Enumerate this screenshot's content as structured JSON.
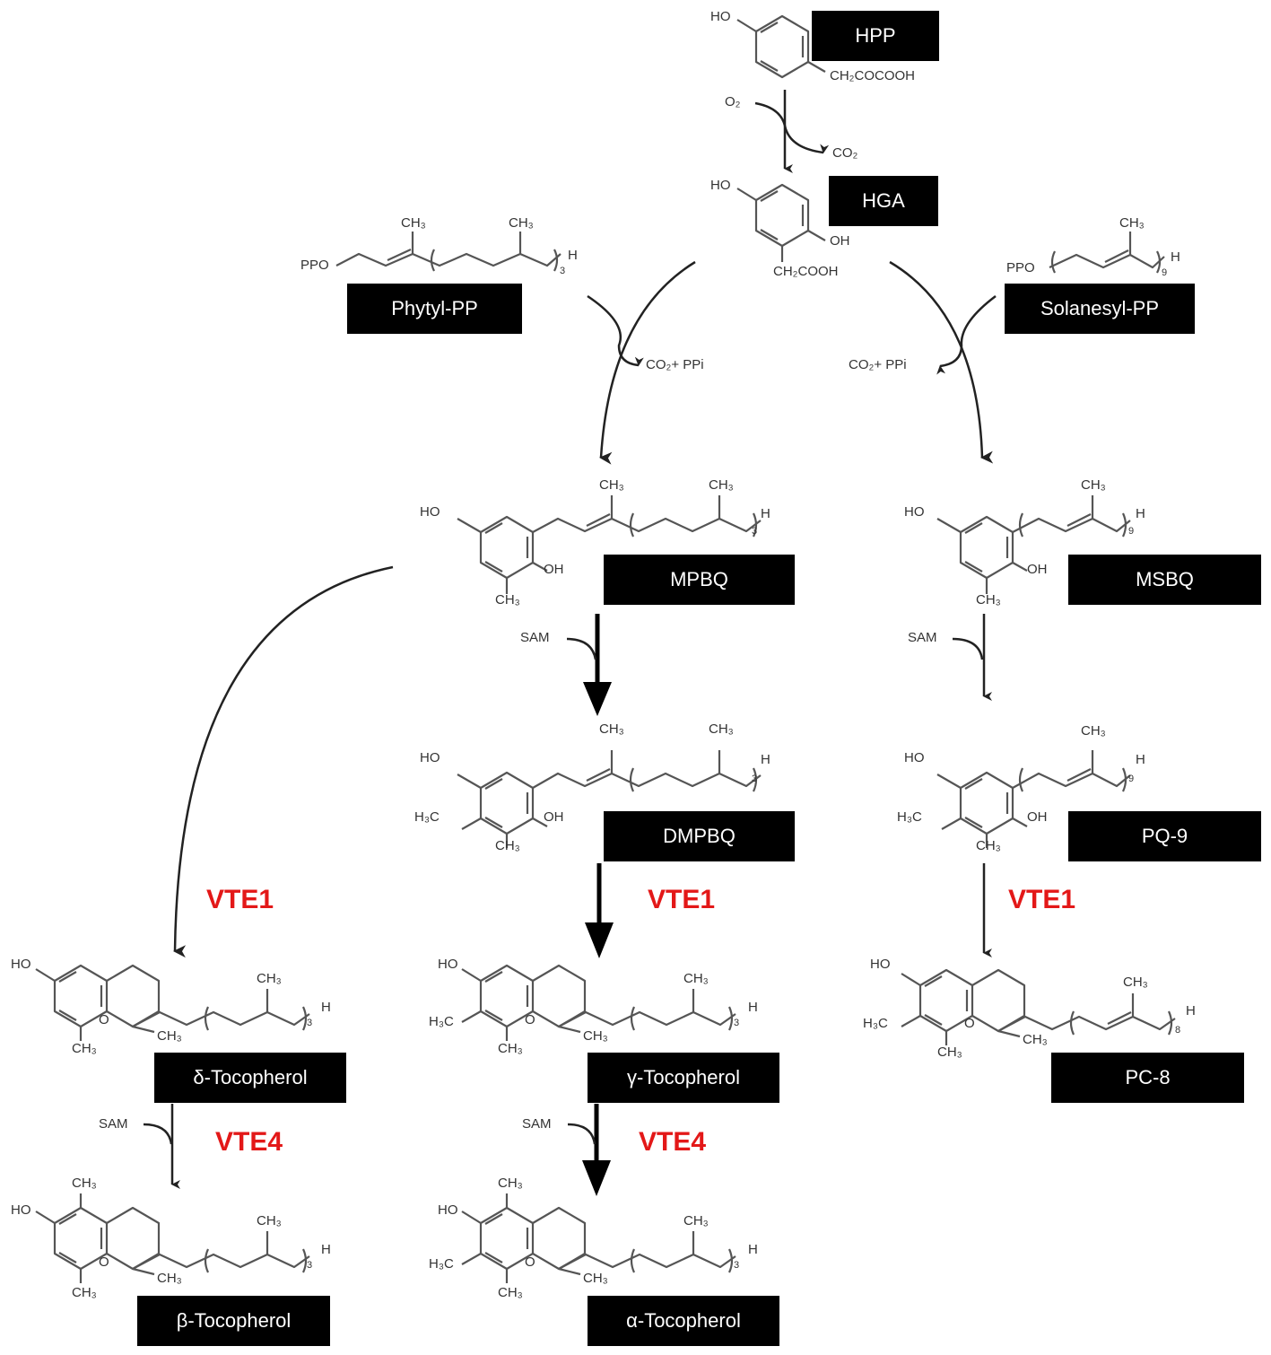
{
  "compounds": {
    "hpp": "HPP",
    "hga": "HGA",
    "phytyl_pp": "Phytyl-PP",
    "solanesyl_pp": "Solanesyl-PP",
    "mpbq": "MPBQ",
    "msbq": "MSBQ",
    "dmpbq": "DMPBQ",
    "pq9": "PQ-9",
    "delta_toc": "δ-Tocopherol",
    "gamma_toc": "γ-Tocopherol",
    "pc8": "PC-8",
    "beta_toc": "β-Tocopherol",
    "alpha_toc": "α-Tocopherol"
  },
  "enzymes": {
    "vte1_left": "VTE1",
    "vte1_mid": "VTE1",
    "vte1_right": "VTE1",
    "vte4_left": "VTE4",
    "vte4_mid": "VTE4"
  },
  "cofactors": {
    "o2": "O₂",
    "co2": "CO₂",
    "co2_ppi_left": "CO₂+ PPi",
    "co2_ppi_right": "CO₂+ PPi",
    "sam_mid1": "SAM",
    "sam_right": "SAM",
    "sam_left": "SAM",
    "sam_mid2": "SAM"
  },
  "groups": {
    "ho": "HO",
    "oh": "OH",
    "ch3": "CH₃",
    "h3c": "H₃C",
    "h": "H",
    "o": "O",
    "ppo": "PPO",
    "ch2cocooh": "CH₂COCOOH",
    "ch2cooh": "CH₂COOH",
    "sub3": "3",
    "sub9": "9",
    "sub8": "8"
  }
}
